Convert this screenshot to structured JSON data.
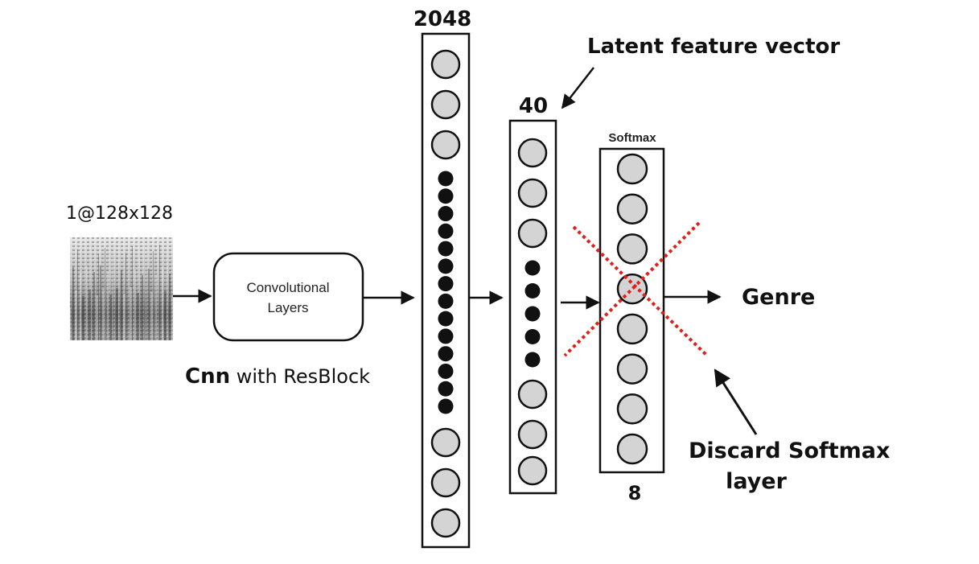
{
  "diagram": {
    "input": {
      "label": "1@128x128",
      "image": "spectrogram-thumbnail"
    },
    "conv_block": {
      "line1": "Convolutional",
      "line2": "Layers",
      "caption_bold": "Cnn",
      "caption_rest": " with ResBlock"
    },
    "layers": [
      {
        "name": "dense-2048",
        "size_label": "2048",
        "top_neurons": 3,
        "dots": 14,
        "bottom_neurons": 3
      },
      {
        "name": "latent-40",
        "size_label": "40",
        "top_neurons": 3,
        "dots": 5,
        "bottom_neurons": 3
      },
      {
        "name": "softmax-8",
        "title": "Softmax",
        "size_label": "8",
        "neurons": 8
      }
    ],
    "annotations": {
      "latent": "Latent feature vector",
      "output": "Genre",
      "discard_line1": "Discard Softmax",
      "discard_line2": "layer"
    },
    "colors": {
      "neuron_fill": "#d4d4d4",
      "stroke": "#111111",
      "cross": "#e0211b"
    }
  }
}
